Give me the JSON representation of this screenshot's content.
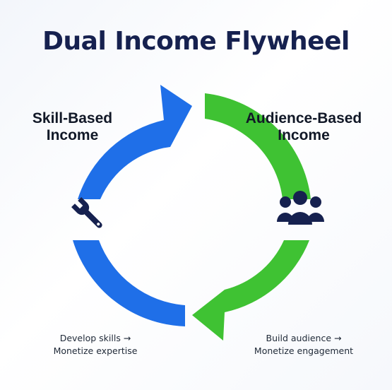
{
  "title": "Dual Income Flywheel",
  "skill": {
    "heading_line1": "Skill-Based",
    "heading_line2": "Income",
    "caption_line1": "Develop skills →",
    "caption_line2": "Monetize expertise",
    "icon": "wrench-icon",
    "color": "#1f6fe8"
  },
  "audience": {
    "heading_line1": "Audience-Based",
    "heading_line2": "Income",
    "caption_line1": "Build audience →",
    "caption_line2": "Monetize engagement",
    "icon": "people-icon",
    "color": "#3fc233"
  },
  "colors": {
    "title": "#16214f",
    "icon": "#16214f"
  }
}
